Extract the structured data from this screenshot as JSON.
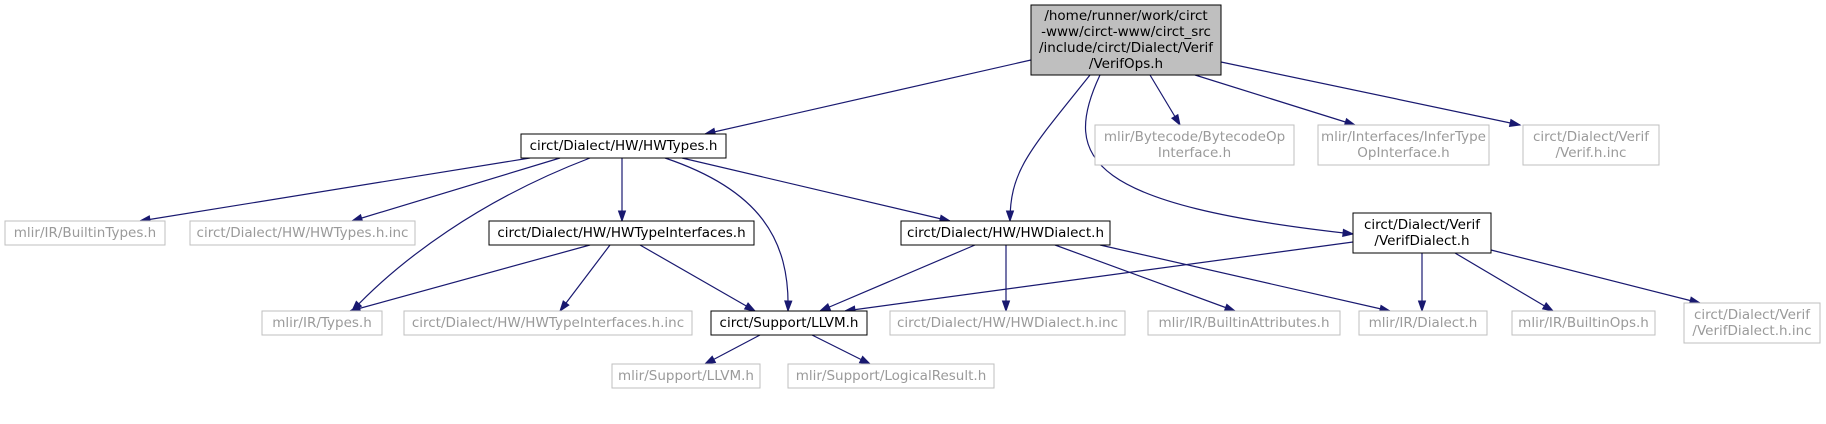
{
  "graph": {
    "kind": "include-dependency-graph",
    "nodes": [
      {
        "id": "root",
        "lines": [
          "/home/runner/work/circt",
          "-www/circt-www/circt_src",
          "/include/circt/Dialect/Verif",
          "/VerifOps.h"
        ],
        "style": "root"
      },
      {
        "id": "hwtypes",
        "lines": [
          "circt/Dialect/HW/HWTypes.h"
        ],
        "style": "linked"
      },
      {
        "id": "bytecode",
        "lines": [
          "mlir/Bytecode/BytecodeOp",
          "Interface.h"
        ],
        "style": "ext"
      },
      {
        "id": "infertype",
        "lines": [
          "mlir/Interfaces/InferType",
          "OpInterface.h"
        ],
        "style": "ext"
      },
      {
        "id": "verifinc",
        "lines": [
          "circt/Dialect/Verif",
          "/Verif.h.inc"
        ],
        "style": "ext"
      },
      {
        "id": "builtintypes",
        "lines": [
          "mlir/IR/BuiltinTypes.h"
        ],
        "style": "ext"
      },
      {
        "id": "hwtypesinc",
        "lines": [
          "circt/Dialect/HW/HWTypes.h.inc"
        ],
        "style": "ext"
      },
      {
        "id": "hwtypeinterfaces",
        "lines": [
          "circt/Dialect/HW/HWTypeInterfaces.h"
        ],
        "style": "linked"
      },
      {
        "id": "hwdialect",
        "lines": [
          "circt/Dialect/HW/HWDialect.h"
        ],
        "style": "linked"
      },
      {
        "id": "verifdialect",
        "lines": [
          "circt/Dialect/Verif",
          "/VerifDialect.h"
        ],
        "style": "linked"
      },
      {
        "id": "irtypes",
        "lines": [
          "mlir/IR/Types.h"
        ],
        "style": "ext"
      },
      {
        "id": "hwtypeinterfacesinc",
        "lines": [
          "circt/Dialect/HW/HWTypeInterfaces.h.inc"
        ],
        "style": "ext"
      },
      {
        "id": "supportllvm",
        "lines": [
          "circt/Support/LLVM.h"
        ],
        "style": "linked"
      },
      {
        "id": "hwdialectinc",
        "lines": [
          "circt/Dialect/HW/HWDialect.h.inc"
        ],
        "style": "ext"
      },
      {
        "id": "builtinattrs",
        "lines": [
          "mlir/IR/BuiltinAttributes.h"
        ],
        "style": "ext"
      },
      {
        "id": "irdialect",
        "lines": [
          "mlir/IR/Dialect.h"
        ],
        "style": "ext"
      },
      {
        "id": "builtinops",
        "lines": [
          "mlir/IR/BuiltinOps.h"
        ],
        "style": "ext"
      },
      {
        "id": "verifdialectinc",
        "lines": [
          "circt/Dialect/Verif",
          "/VerifDialect.h.inc"
        ],
        "style": "ext"
      },
      {
        "id": "mlirsupportllvm",
        "lines": [
          "mlir/Support/LLVM.h"
        ],
        "style": "ext"
      },
      {
        "id": "logicalresult",
        "lines": [
          "mlir/Support/LogicalResult.h"
        ],
        "style": "ext"
      }
    ],
    "edges": [
      {
        "from": "root",
        "to": "hwtypes"
      },
      {
        "from": "root",
        "to": "hwdialect"
      },
      {
        "from": "root",
        "to": "bytecode"
      },
      {
        "from": "root",
        "to": "infertype"
      },
      {
        "from": "root",
        "to": "verifinc"
      },
      {
        "from": "root",
        "to": "verifdialect"
      },
      {
        "from": "hwtypes",
        "to": "builtintypes"
      },
      {
        "from": "hwtypes",
        "to": "hwtypesinc"
      },
      {
        "from": "hwtypes",
        "to": "hwtypeinterfaces"
      },
      {
        "from": "hwtypes",
        "to": "hwdialect"
      },
      {
        "from": "hwtypes",
        "to": "irtypes"
      },
      {
        "from": "hwtypes",
        "to": "supportllvm"
      },
      {
        "from": "hwtypeinterfaces",
        "to": "irtypes"
      },
      {
        "from": "hwtypeinterfaces",
        "to": "hwtypeinterfacesinc"
      },
      {
        "from": "hwtypeinterfaces",
        "to": "supportllvm"
      },
      {
        "from": "hwdialect",
        "to": "supportllvm"
      },
      {
        "from": "hwdialect",
        "to": "hwdialectinc"
      },
      {
        "from": "hwdialect",
        "to": "builtinattrs"
      },
      {
        "from": "hwdialect",
        "to": "irdialect"
      },
      {
        "from": "verifdialect",
        "to": "supportllvm"
      },
      {
        "from": "verifdialect",
        "to": "irdialect"
      },
      {
        "from": "verifdialect",
        "to": "builtinops"
      },
      {
        "from": "verifdialect",
        "to": "verifdialectinc"
      },
      {
        "from": "supportllvm",
        "to": "mlirsupportllvm"
      },
      {
        "from": "supportllvm",
        "to": "logicalresult"
      }
    ]
  }
}
